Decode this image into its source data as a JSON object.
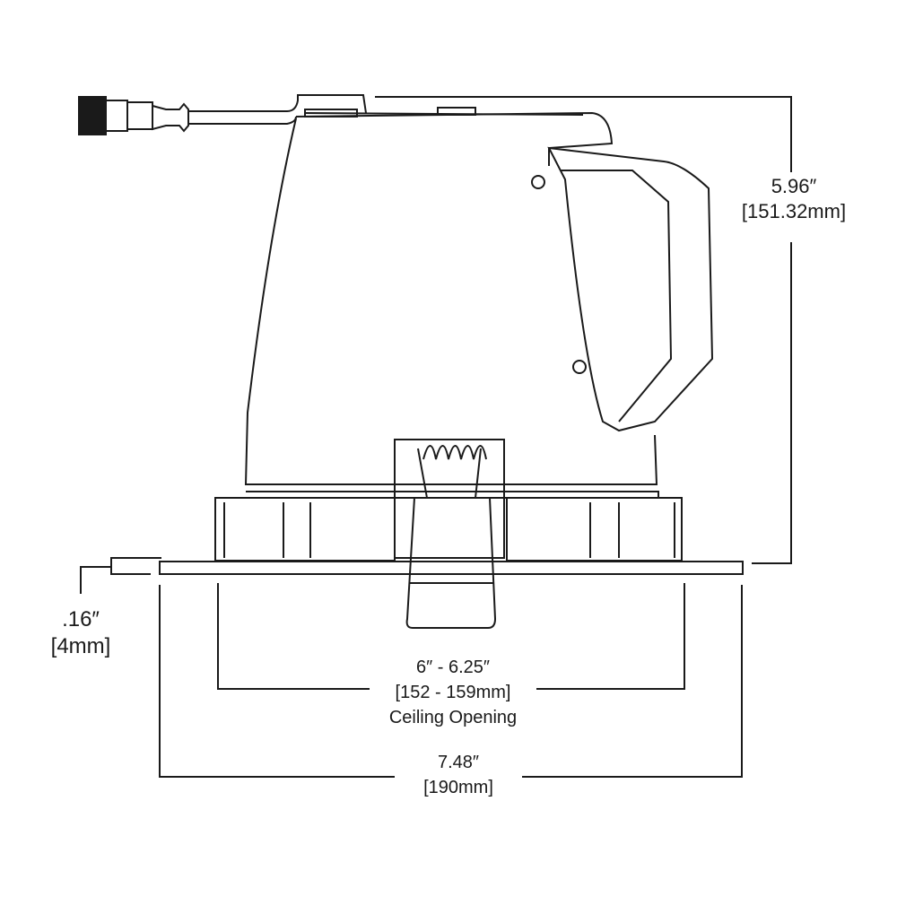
{
  "dimensions": {
    "height": {
      "imperial": "5.96″",
      "metric": "[151.32mm]"
    },
    "trim_thickness": {
      "imperial": ".16″",
      "metric": "[4mm]"
    },
    "ceiling_opening": {
      "imperial": "6″ - 6.25″",
      "metric": "[152 - 159mm]",
      "caption": "Ceiling Opening"
    },
    "trim_diameter": {
      "imperial": "7.48″",
      "metric": "[190mm]"
    }
  },
  "colors": {
    "line": "#1a1a1a",
    "background": "#ffffff"
  }
}
